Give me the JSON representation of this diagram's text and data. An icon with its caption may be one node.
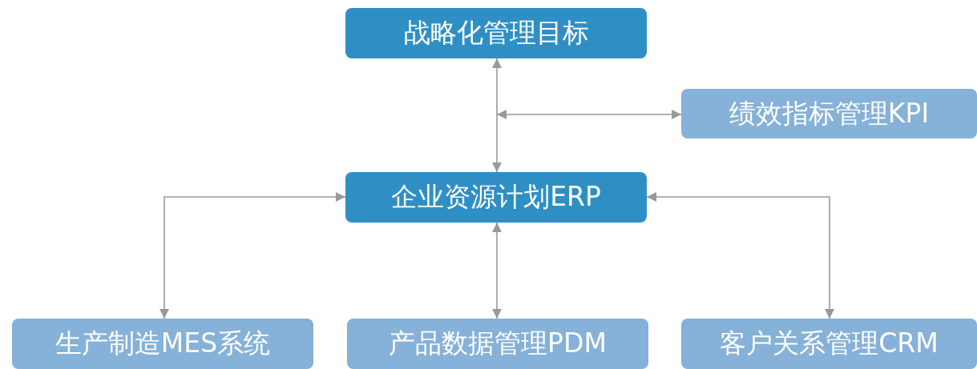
{
  "diagram": {
    "nodes": [
      {
        "text": [
          "战略化管理目标"
        ]
      },
      {
        "text": [
          "绩效指标管理KPI"
        ]
      },
      {
        "text": [
          "企业资源计划ERP"
        ]
      },
      {
        "text": [
          "生产制造MES系统"
        ]
      },
      {
        "text": [
          "产品数据管理PDM"
        ]
      },
      {
        "text": [
          "客户关系管理CRM"
        ]
      }
    ],
    "edges": [
      {
        "from": 0,
        "to": 2,
        "arrow": "both"
      },
      {
        "from": null,
        "to": 1,
        "arrow": "both"
      },
      {
        "from": 2,
        "to": 3,
        "arrow": "both"
      },
      {
        "from": 2,
        "to": 4,
        "arrow": "both"
      },
      {
        "from": 2,
        "to": 5,
        "arrow": "both"
      }
    ]
  }
}
